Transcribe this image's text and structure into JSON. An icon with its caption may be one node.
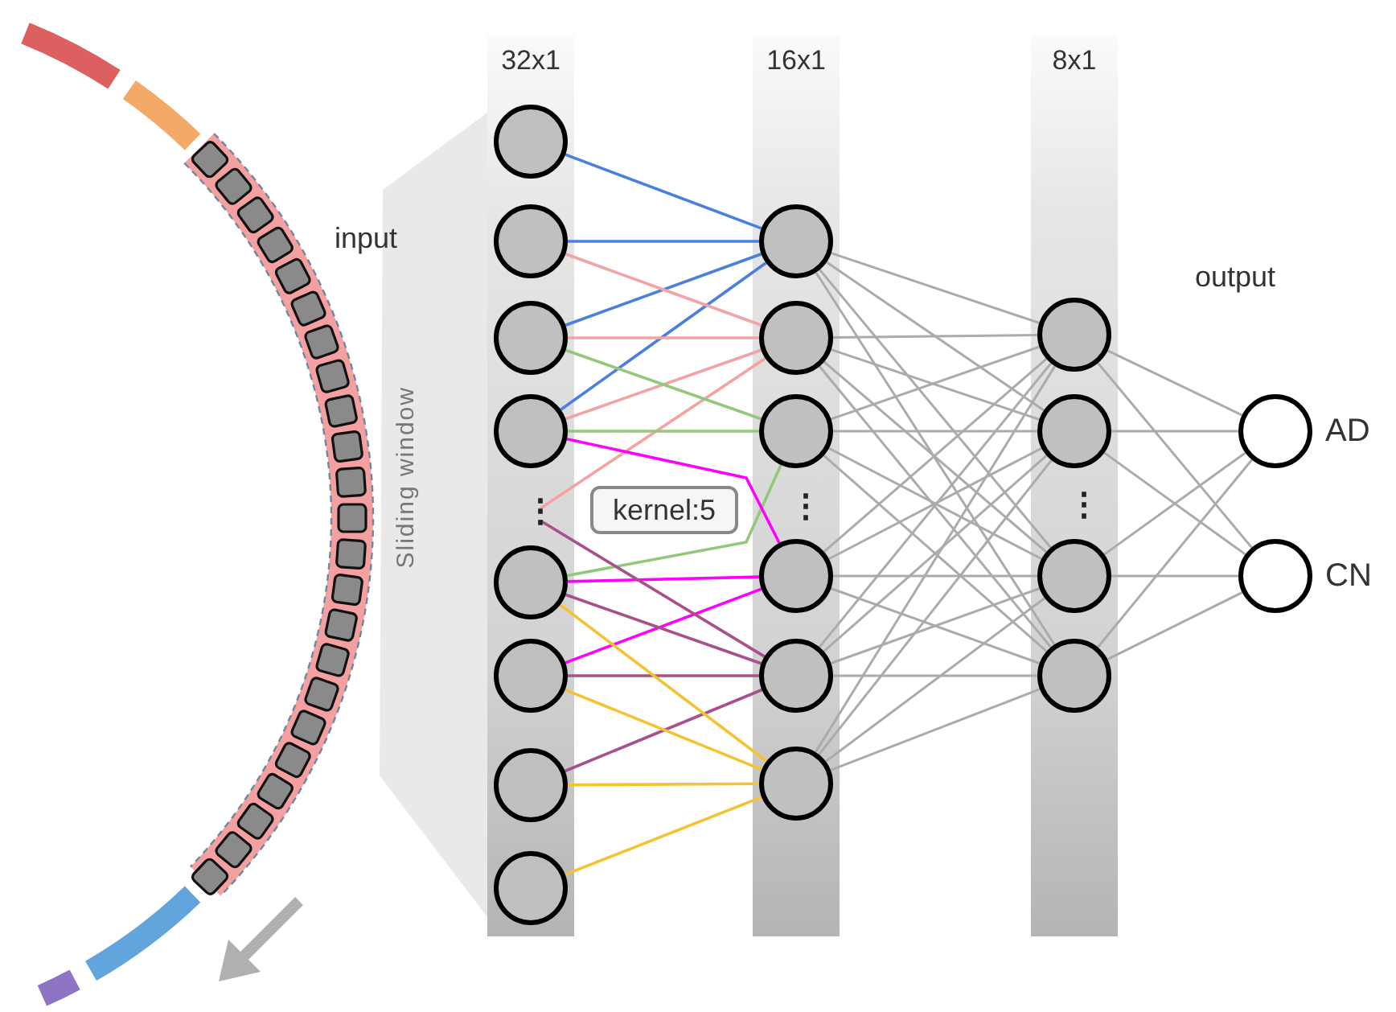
{
  "diagram": {
    "nodes": [
      {
        "text": [
          "32x1"
        ]
      },
      {
        "text": [],
        "shape": "circle",
        "in": 0
      },
      {
        "text": [],
        "shape": "circle",
        "in": 0
      },
      {
        "text": [],
        "shape": "circle",
        "in": 0
      },
      {
        "text": [],
        "shape": "circle",
        "in": 0
      },
      {
        "text": [],
        "shape": "circle",
        "in": 0
      },
      {
        "text": [],
        "shape": "circle",
        "in": 0
      },
      {
        "text": [],
        "shape": "circle",
        "in": 0
      },
      {
        "text": [],
        "shape": "circle",
        "in": 0
      },
      {
        "text": [
          "16x1"
        ]
      },
      {
        "text": [],
        "shape": "circle",
        "in": 9
      },
      {
        "text": [],
        "shape": "circle",
        "in": 9
      },
      {
        "text": [],
        "shape": "circle",
        "in": 9
      },
      {
        "text": [],
        "shape": "circle",
        "in": 9
      },
      {
        "text": [],
        "shape": "circle",
        "in": 9
      },
      {
        "text": [],
        "shape": "circle",
        "in": 9
      },
      {
        "text": [
          "8x1"
        ]
      },
      {
        "text": [],
        "shape": "circle",
        "in": 16
      },
      {
        "text": [],
        "shape": "circle",
        "in": 16
      },
      {
        "text": [],
        "shape": "circle",
        "in": 16
      },
      {
        "text": [],
        "shape": "circle",
        "in": 16
      },
      {
        "text": [],
        "shape": "circle",
        "beside": [
          "AD"
        ]
      },
      {
        "text": [],
        "shape": "circle",
        "beside": [
          "CN"
        ]
      },
      {
        "text": [
          "kernel:5"
        ]
      },
      {
        "text": [
          "⋮"
        ],
        "in": 0
      }
    ],
    "edges": [
      {
        "from": 1,
        "to": 10,
        "arrow": "none",
        "color": "#4a7fe0"
      },
      {
        "from": 2,
        "to": 10,
        "arrow": "none",
        "color": "#4a7fe0"
      },
      {
        "from": 3,
        "to": 10,
        "arrow": "none",
        "color": "#4a7fe0"
      },
      {
        "from": 4,
        "to": 10,
        "arrow": "none",
        "color": "#4a7fe0"
      },
      {
        "from": 2,
        "to": 11,
        "arrow": "none",
        "color": "#f0a4a4"
      },
      {
        "from": 3,
        "to": 11,
        "arrow": "none",
        "color": "#f0a4a4"
      },
      {
        "from": 4,
        "to": 11,
        "arrow": "none",
        "color": "#f0a4a4"
      },
      {
        "from": 24,
        "to": 11,
        "arrow": "none",
        "color": "#f0a4a4"
      },
      {
        "from": 3,
        "to": 12,
        "arrow": "none",
        "color": "#92c87a"
      },
      {
        "from": 4,
        "to": 12,
        "arrow": "none",
        "color": "#92c87a"
      },
      {
        "from": 5,
        "to": 12,
        "arrow": "none",
        "color": "#92c87a"
      },
      {
        "from": 4,
        "to": 13,
        "arrow": "none",
        "color": "#ff00ff"
      },
      {
        "from": 5,
        "to": 13,
        "arrow": "none",
        "color": "#ff00ff"
      },
      {
        "from": 6,
        "to": 13,
        "arrow": "none",
        "color": "#ff00ff"
      },
      {
        "from": 24,
        "to": 14,
        "arrow": "none",
        "color": "#a8508c"
      },
      {
        "from": 5,
        "to": 14,
        "arrow": "none",
        "color": "#a8508c"
      },
      {
        "from": 6,
        "to": 14,
        "arrow": "none",
        "color": "#a8508c"
      },
      {
        "from": 7,
        "to": 14,
        "arrow": "none",
        "color": "#a8508c"
      },
      {
        "from": 5,
        "to": 15,
        "arrow": "none",
        "color": "#f5c232"
      },
      {
        "from": 6,
        "to": 15,
        "arrow": "none",
        "color": "#f5c232"
      },
      {
        "from": 7,
        "to": 15,
        "arrow": "none",
        "color": "#f5c232"
      },
      {
        "from": 8,
        "to": 15,
        "arrow": "none",
        "color": "#f5c232"
      },
      {
        "from": 10,
        "to": 17,
        "arrow": "none"
      },
      {
        "from": 10,
        "to": 18,
        "arrow": "none"
      },
      {
        "from": 10,
        "to": 19,
        "arrow": "none"
      },
      {
        "from": 10,
        "to": 20,
        "arrow": "none"
      },
      {
        "from": 11,
        "to": 17,
        "arrow": "none"
      },
      {
        "from": 11,
        "to": 18,
        "arrow": "none"
      },
      {
        "from": 11,
        "to": 19,
        "arrow": "none"
      },
      {
        "from": 11,
        "to": 20,
        "arrow": "none"
      },
      {
        "from": 12,
        "to": 17,
        "arrow": "none"
      },
      {
        "from": 12,
        "to": 18,
        "arrow": "none"
      },
      {
        "from": 12,
        "to": 19,
        "arrow": "none"
      },
      {
        "from": 12,
        "to": 20,
        "arrow": "none"
      },
      {
        "from": 13,
        "to": 17,
        "arrow": "none"
      },
      {
        "from": 13,
        "to": 18,
        "arrow": "none"
      },
      {
        "from": 13,
        "to": 19,
        "arrow": "none"
      },
      {
        "from": 13,
        "to": 20,
        "arrow": "none"
      },
      {
        "from": 14,
        "to": 17,
        "arrow": "none"
      },
      {
        "from": 14,
        "to": 18,
        "arrow": "none"
      },
      {
        "from": 14,
        "to": 19,
        "arrow": "none"
      },
      {
        "from": 14,
        "to": 20,
        "arrow": "none"
      },
      {
        "from": 15,
        "to": 17,
        "arrow": "none"
      },
      {
        "from": 15,
        "to": 18,
        "arrow": "none"
      },
      {
        "from": 15,
        "to": 19,
        "arrow": "none"
      },
      {
        "from": 15,
        "to": 20,
        "arrow": "none"
      },
      {
        "from": 17,
        "to": 21,
        "arrow": "none"
      },
      {
        "from": 17,
        "to": 22,
        "arrow": "none"
      },
      {
        "from": 18,
        "to": 21,
        "arrow": "none"
      },
      {
        "from": 18,
        "to": 22,
        "arrow": "none"
      },
      {
        "from": 19,
        "to": 21,
        "arrow": "none"
      },
      {
        "from": 19,
        "to": 22,
        "arrow": "none"
      },
      {
        "from": 20,
        "to": 21,
        "arrow": "none"
      },
      {
        "from": 20,
        "to": 22,
        "arrow": "none"
      }
    ],
    "labels": [
      "input",
      "Sliding window",
      "output",
      "⋮",
      "⋮"
    ]
  }
}
